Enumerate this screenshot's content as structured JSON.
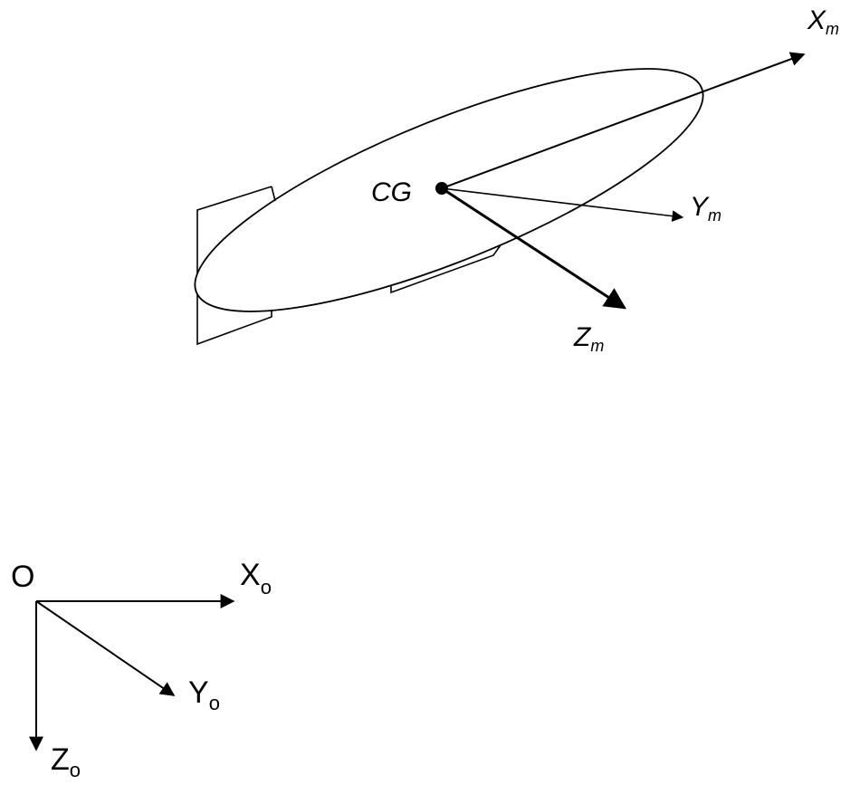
{
  "body_frame": {
    "cg_label": "CG",
    "x_axis": {
      "main": "X",
      "sub": "m"
    },
    "y_axis": {
      "main": "Y",
      "sub": "m"
    },
    "z_axis": {
      "main": "Z",
      "sub": "m"
    }
  },
  "reference_frame": {
    "origin_label": "O",
    "x_axis": {
      "main": "X",
      "sub": "o"
    },
    "y_axis": {
      "main": "Y",
      "sub": "o"
    },
    "z_axis": {
      "main": "Z",
      "sub": "o"
    }
  }
}
